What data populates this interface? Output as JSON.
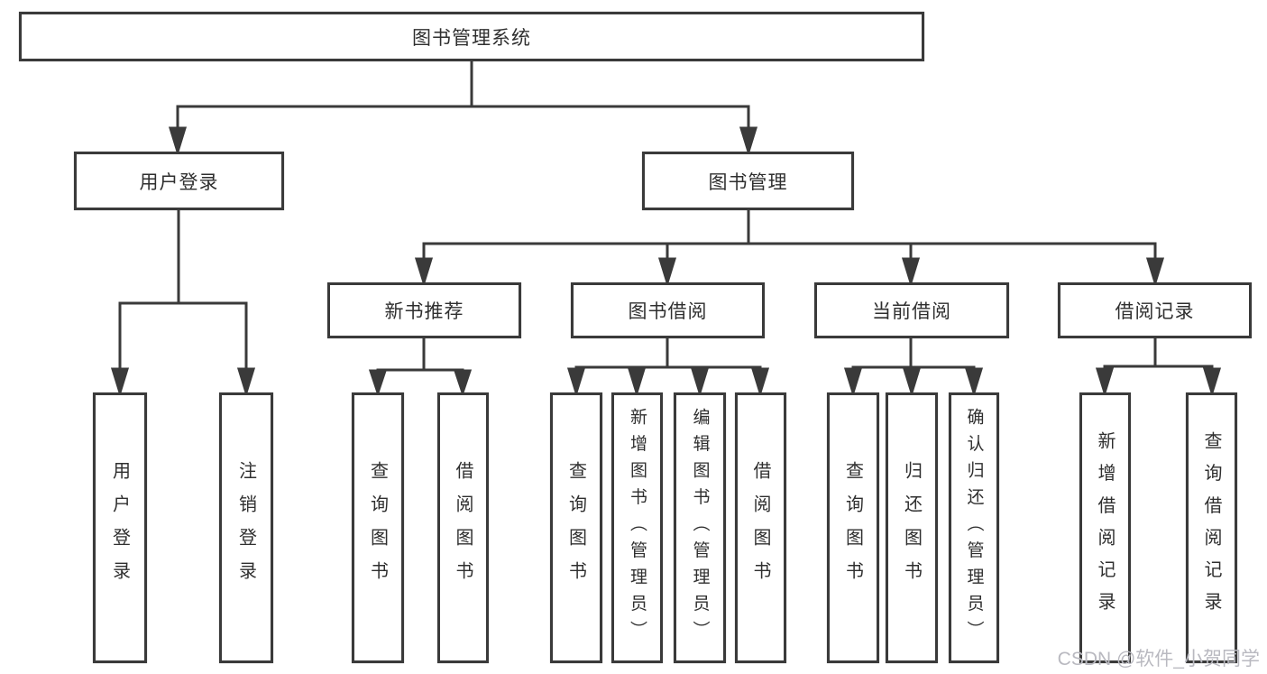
{
  "tree": {
    "root": {
      "label": "图书管理系统"
    },
    "branches": [
      {
        "label": "用户登录",
        "children": [
          {
            "label": "用户登录"
          },
          {
            "label": "注销登录"
          }
        ]
      },
      {
        "label": "图书管理",
        "children": [
          {
            "label": "新书推荐",
            "children": [
              {
                "label": "查询图书"
              },
              {
                "label": "借阅图书"
              }
            ]
          },
          {
            "label": "图书借阅",
            "children": [
              {
                "label": "查询图书"
              },
              {
                "label": "新增图书（管理员）"
              },
              {
                "label": "编辑图书（管理员）"
              },
              {
                "label": "借阅图书"
              }
            ]
          },
          {
            "label": "当前借阅",
            "children": [
              {
                "label": "查询图书"
              },
              {
                "label": "归还图书"
              },
              {
                "label": "确认归还（管理员）"
              }
            ]
          },
          {
            "label": "借阅记录",
            "children": [
              {
                "label": "新增借阅记录"
              },
              {
                "label": "查询借阅记录"
              }
            ]
          }
        ]
      }
    ]
  },
  "watermark": "CSDN @软件_小贺同学",
  "colors": {
    "line": "#3a3a3a",
    "box_border": "#3a3a3a",
    "text": "#2f2f2f",
    "watermark": "#b9b9c0",
    "background": "#ffffff"
  }
}
